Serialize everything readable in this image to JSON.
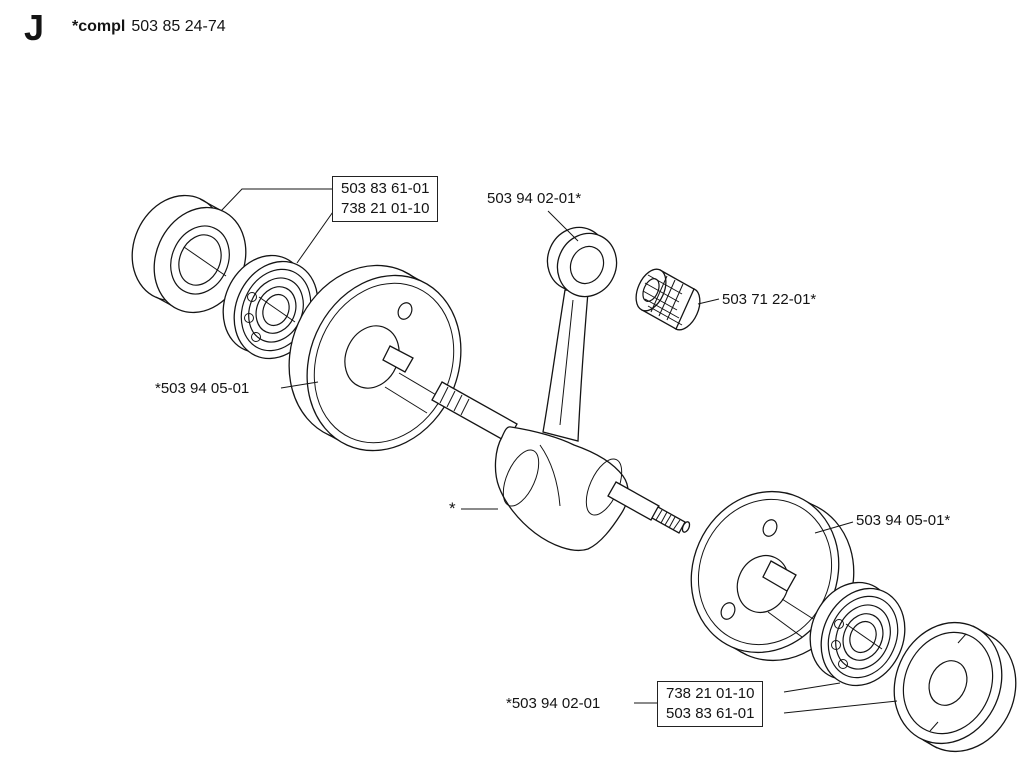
{
  "page": {
    "section_letter": "J",
    "assembly_prefix": "*compl",
    "assembly_number": "503 85 24-74"
  },
  "callouts": {
    "top_box": {
      "line1": "503 83 61-01",
      "line2": "738 21 01-10"
    },
    "connecting_rod_top": "503 94 02-01*",
    "needle_bearing": "503 71 22-01*",
    "crank_half_left": "*503 94 05-01",
    "crankshaft_marker": "*",
    "crank_half_right": "503 94 05-01*",
    "connecting_rod_bottom": "*503 94 02-01",
    "bottom_box": {
      "line1": "738 21 01-10",
      "line2": "503 83 61-01"
    }
  }
}
